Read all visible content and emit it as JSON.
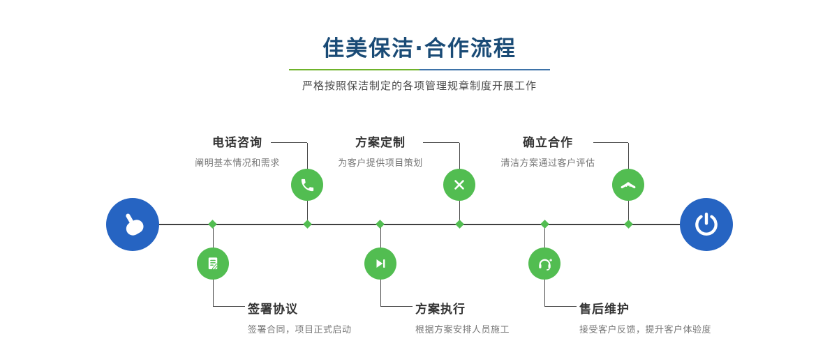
{
  "header": {
    "title": "佳美保洁·合作流程",
    "subtitle": "严格按照保洁制定的各项管理规章制度开展工作"
  },
  "colors": {
    "green": "#52bd51",
    "blue": "#2664c2",
    "navy": "#1a4b76",
    "divider_green": "#6fb32b",
    "divider_blue": "#3e73a8"
  },
  "timeline": {
    "start_icon": "hand-pointer-icon",
    "end_icon": "power-icon"
  },
  "steps": [
    {
      "title": "电话咨询",
      "desc": "阐明基本情况和需求",
      "icon": "phone-icon",
      "position": "top"
    },
    {
      "title": "方案定制",
      "desc": "为客户提供项目策划",
      "icon": "pencil-ruler-icon",
      "position": "top"
    },
    {
      "title": "确立合作",
      "desc": "清洁方案通过客户评估",
      "icon": "handshake-icon",
      "position": "top"
    },
    {
      "title": "签署协议",
      "desc": "签署合同，项目正式启动",
      "icon": "contract-icon",
      "position": "bottom"
    },
    {
      "title": "方案执行",
      "desc": "根据方案安排人员施工",
      "icon": "play-next-icon",
      "position": "bottom"
    },
    {
      "title": "售后维护",
      "desc": "接受客户反馈，提升客户体验度",
      "icon": "headset-plus-icon",
      "position": "bottom"
    }
  ]
}
